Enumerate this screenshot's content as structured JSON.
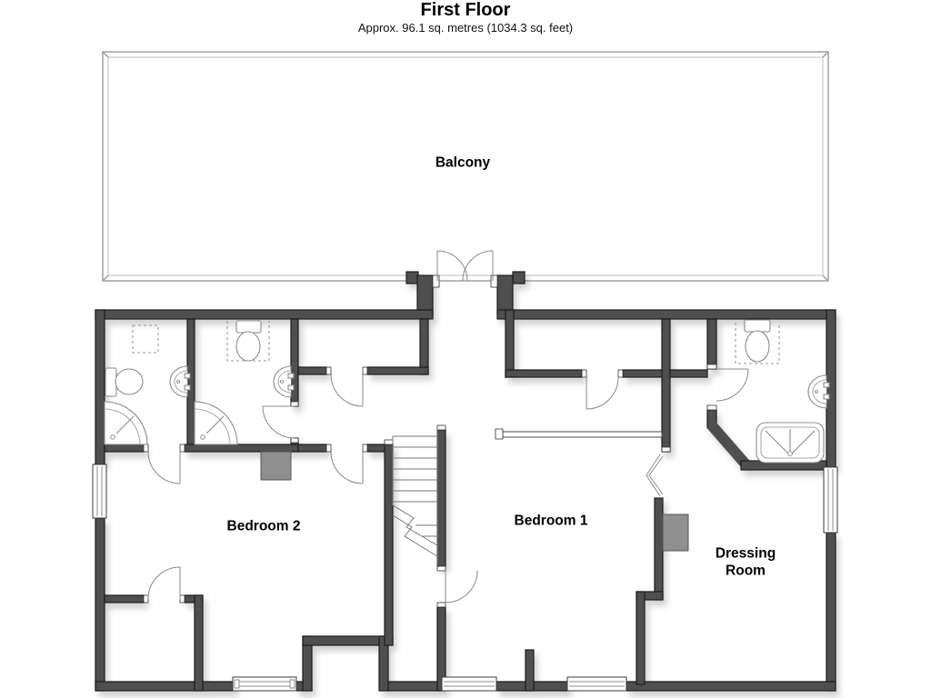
{
  "header": {
    "title": "First Floor",
    "subtitle": "Approx. 96.1 sq. metres (1034.3 sq. feet)"
  },
  "rooms": {
    "balcony": {
      "label": "Balcony"
    },
    "bedroom2": {
      "label": "Bedroom 2"
    },
    "bedroom1": {
      "label": "Bedroom 1"
    },
    "dressing_room": {
      "label": "Dressing Room"
    }
  },
  "fixtures": [
    "toilet",
    "sink",
    "corner-shower",
    "bathtub",
    "stairs",
    "chimney-breast",
    "window",
    "door",
    "double-door",
    "bifold-door",
    "skylight"
  ],
  "colors": {
    "wall": "#4f4f4f",
    "wall_edge": "#1e1e1e",
    "thin_line": "#8a8a8a",
    "balcony_line": "#9a9a9a",
    "chimney": "#8f8f8f",
    "text": "#000000",
    "background": "#ffffff"
  }
}
